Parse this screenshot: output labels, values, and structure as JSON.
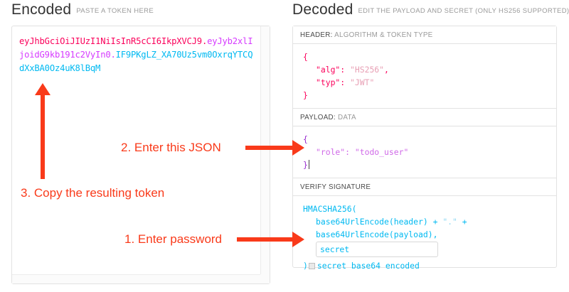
{
  "encoded": {
    "title": "Encoded",
    "subtitle": "PASTE A TOKEN HERE",
    "token": {
      "header_b64": "eyJhbGciOiJIUzI1NiIsInR5cCI6IkpXVCJ9",
      "payload_b64": "eyJyb2xlIjoidG9kb191c2VyIn0",
      "signature_b64": "IF9PKgLZ_XA70Uz5vm0OxrqYTCQdXxBA0Oz4uK8lBqM",
      "separator": "."
    },
    "colors": {
      "header": "#fb015b",
      "payload": "#d63aff",
      "signature": "#00b9f1"
    }
  },
  "decoded": {
    "title": "Decoded",
    "subtitle": "EDIT THE PAYLOAD AND SECRET (ONLY HS256 SUPPORTED)",
    "header_section": {
      "label_key": "HEADER:",
      "label_value": "ALGORITHM & TOKEN TYPE",
      "lines": [
        {
          "indent": 0,
          "parts": [
            {
              "cls": "h-brace",
              "t": "{"
            }
          ]
        },
        {
          "indent": 1,
          "parts": [
            {
              "cls": "h-key",
              "t": "\"alg\""
            },
            {
              "cls": "h-punct",
              "t": ": "
            },
            {
              "cls": "h-val",
              "t": "\"HS256\""
            },
            {
              "cls": "h-punct",
              "t": ","
            }
          ]
        },
        {
          "indent": 1,
          "parts": [
            {
              "cls": "h-key",
              "t": "\"typ\""
            },
            {
              "cls": "h-punct",
              "t": ": "
            },
            {
              "cls": "h-val",
              "t": "\"JWT\""
            }
          ]
        },
        {
          "indent": 0,
          "parts": [
            {
              "cls": "h-brace",
              "t": "}"
            }
          ]
        }
      ]
    },
    "payload_section": {
      "label_key": "PAYLOAD:",
      "label_value": "DATA",
      "lines": [
        {
          "indent": 0,
          "parts": [
            {
              "cls": "p-brace",
              "t": "{"
            }
          ]
        },
        {
          "indent": 1,
          "parts": [
            {
              "cls": "p-key",
              "t": "\"role\""
            },
            {
              "cls": "p-punct",
              "t": ": "
            },
            {
              "cls": "p-val",
              "t": "\"todo_user\""
            }
          ]
        },
        {
          "indent": 0,
          "parts": [
            {
              "cls": "p-brace",
              "t": "}"
            }
          ],
          "caret": true
        }
      ]
    },
    "signature_section": {
      "label_key": "VERIFY SIGNATURE",
      "label_value": "",
      "line1": "HMACSHA256(",
      "line2a": "base64UrlEncode(header) + ",
      "line2b": "\".\"",
      "line2c": " +",
      "line3": "base64UrlEncode(payload),",
      "secret_value": "secret",
      "secret_placeholder": "secret",
      "close_paren": ")",
      "b64_label": "secret base64 encoded",
      "b64_checked": false
    }
  },
  "annotations": [
    {
      "id": "step1",
      "text": "1. Enter password"
    },
    {
      "id": "step2",
      "text": "2. Enter this JSON"
    },
    {
      "id": "step3",
      "text": "3. Copy the resulting token"
    }
  ]
}
